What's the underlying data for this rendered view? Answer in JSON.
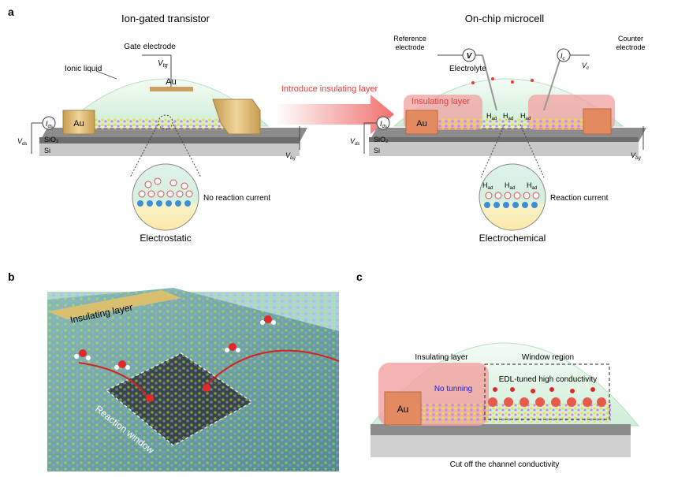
{
  "panel_a": {
    "letter": "a",
    "left_title": "Ion-gated transistor",
    "right_title": "On-chip microcell",
    "gate_electrode": "Gate electrode",
    "v_tg": "V",
    "v_tg_sub": "tg",
    "au": "Au",
    "ionic_liquid": "Ionic liquid",
    "i_ds": "I",
    "i_ds_sub": "ds",
    "v_ds": "V",
    "v_ds_sub": "ds",
    "sio2": "SiO₂",
    "si": "Si",
    "v_bg": "V",
    "v_bg_sub": "bg",
    "arrow_label": "Introduce insulating layer",
    "no_reaction": "No reaction current",
    "electrostatic": "Electrostatic",
    "reference_electrode_1": "Reference",
    "reference_electrode_2": "electrode",
    "v_symbol": "V",
    "electrolyte": "Electrolyte",
    "i_c": "I",
    "i_c_sub": "c",
    "v_c": "V",
    "v_c_sub": "c",
    "counter_electrode_1": "Counter",
    "counter_electrode_2": "electrode",
    "insulating_layer": "Insulating layer",
    "h_ad": "H",
    "h_ad_sub": "ad",
    "reaction_current": "Reaction current",
    "electrochemical": "Electrochemical"
  },
  "panel_b": {
    "letter": "b",
    "insulating_layer": "Insulating layer",
    "reaction_window": "Reaction window"
  },
  "panel_c": {
    "letter": "c",
    "insulating_layer": "Insulating layer",
    "window_region": "Window region",
    "no_tunning": "No tunning",
    "edl_tuned": "EDL-tuned high conductivity",
    "au": "Au",
    "caption": "Cut off the channel conductivity"
  },
  "colors": {
    "gold": "#d8b870",
    "insulating_red": "#f2a0a0",
    "arrow_red": "#e83a3a",
    "label_blue": "#2020d0",
    "dome_green": "#d6f0dc"
  }
}
